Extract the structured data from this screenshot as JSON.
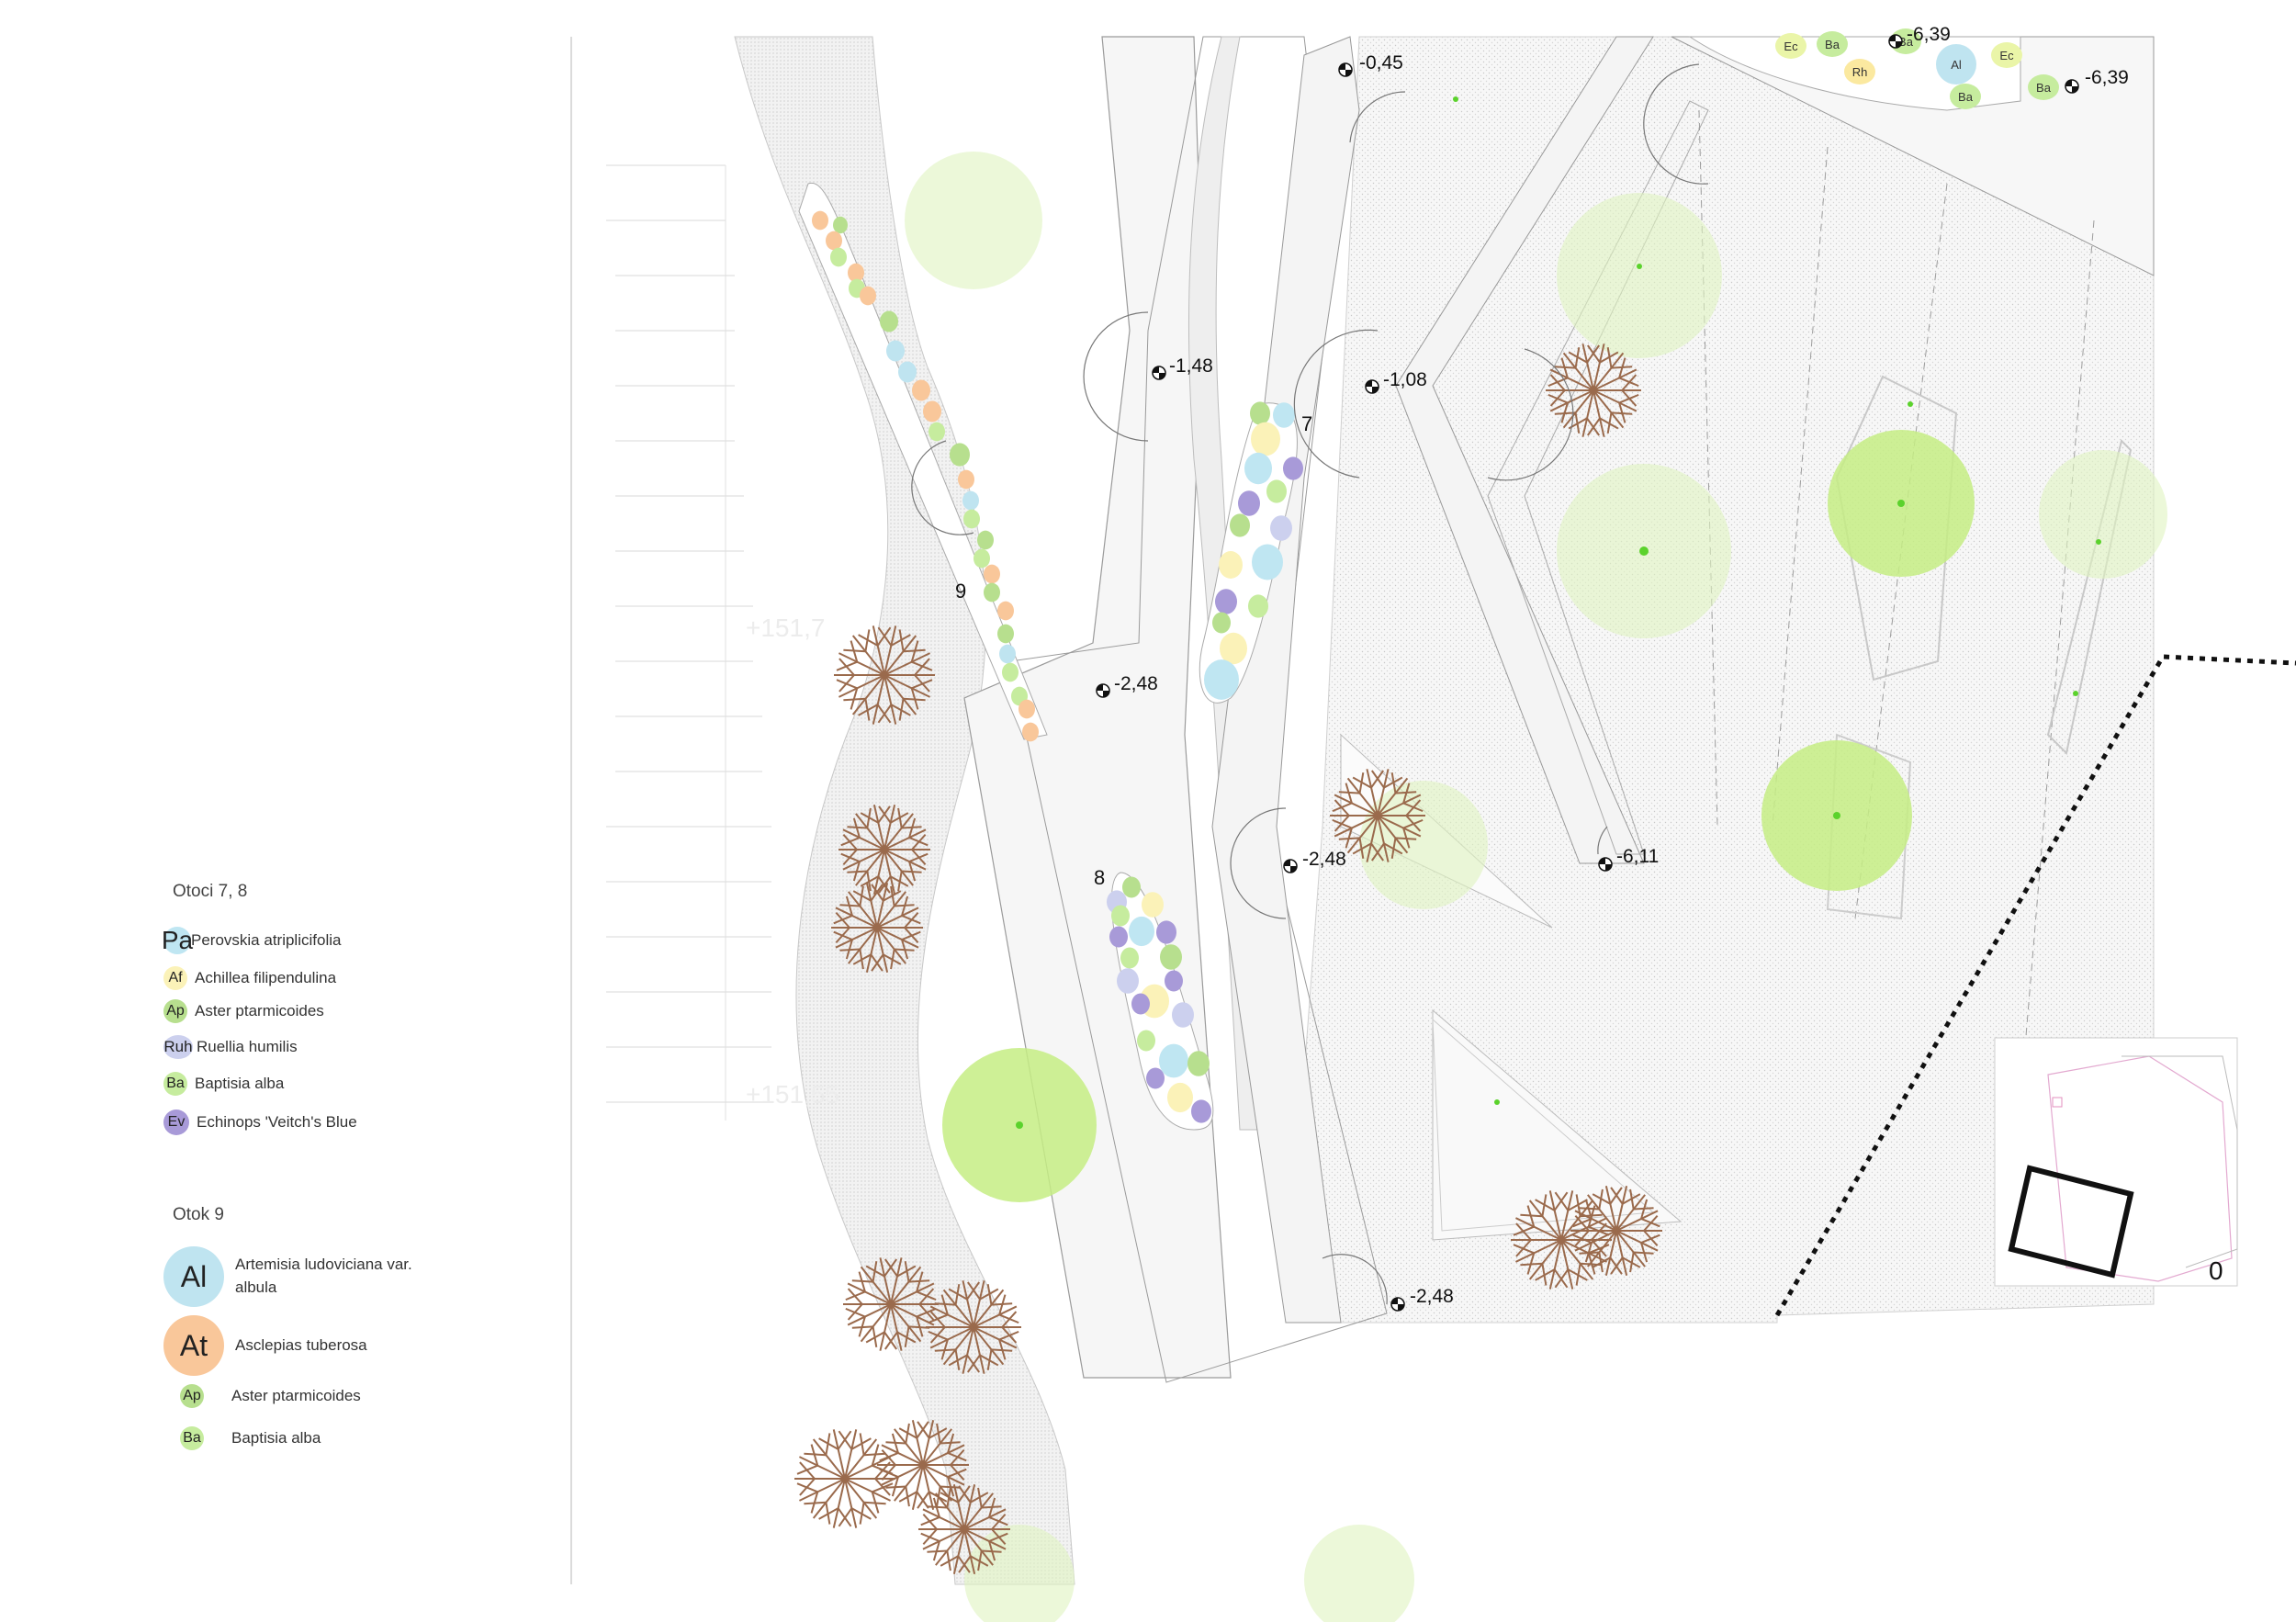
{
  "legend": {
    "group1": {
      "title": "Otoci 7, 8",
      "items": [
        {
          "code": "Pa",
          "label": "Perovskia atriplicifolia",
          "color": "#bfe6f2"
        },
        {
          "code": "Af",
          "label": "Achillea filipendulina",
          "color": "#fbf2b8"
        },
        {
          "code": "Ap",
          "label": "Aster ptarmicoides",
          "color": "#b7df8e"
        },
        {
          "code": "Ruh",
          "label": "Ruellia humilis",
          "color": "#ccd0ee"
        },
        {
          "code": "Ba",
          "label": "Baptisia alba",
          "color": "#c6ec9e"
        },
        {
          "code": "Ev",
          "label": "Echinops 'Veitch's Blue",
          "color": "#a89ad8"
        }
      ]
    },
    "group2": {
      "title": "Otok 9",
      "items": [
        {
          "code": "Al",
          "label1": "Artemisia ludoviciana var.",
          "label2": "albula",
          "color": "#bfe4f0"
        },
        {
          "code": "At",
          "label1": "Asclepias tuberosa",
          "label2": "",
          "color": "#f9c79a"
        },
        {
          "code": "Ap",
          "label1": "Aster ptarmicoides",
          "label2": "",
          "color": "#b7df8e"
        },
        {
          "code": "Ba",
          "label1": "Baptisia alba",
          "label2": "",
          "color": "#c6ec9e"
        }
      ]
    }
  },
  "elevations": {
    "e1": "-0,45",
    "e2": "-6,39",
    "e3": "-6,39",
    "e4": "-1,48",
    "e5": "-1,08",
    "e6": "-2,48",
    "e7": "-2,48",
    "e8": "-6,11",
    "e9": "-2,48"
  },
  "terrain": {
    "t1": "+151,7",
    "t2": "+151,55"
  },
  "islands": {
    "n7": "7",
    "n8": "8",
    "n9": "9"
  },
  "top_bed_codes": [
    "Ec",
    "Ba",
    "Rh",
    "Ba",
    "Al",
    "Ec",
    "Ba",
    "Ba"
  ],
  "sheet_number": "0",
  "colors": {
    "pavement": "#efefef",
    "planted": "#c8ee8a",
    "tree_canopy": "#a6d95e",
    "tree_dark": "#8b5a3c",
    "line": "#8a8a8a"
  }
}
